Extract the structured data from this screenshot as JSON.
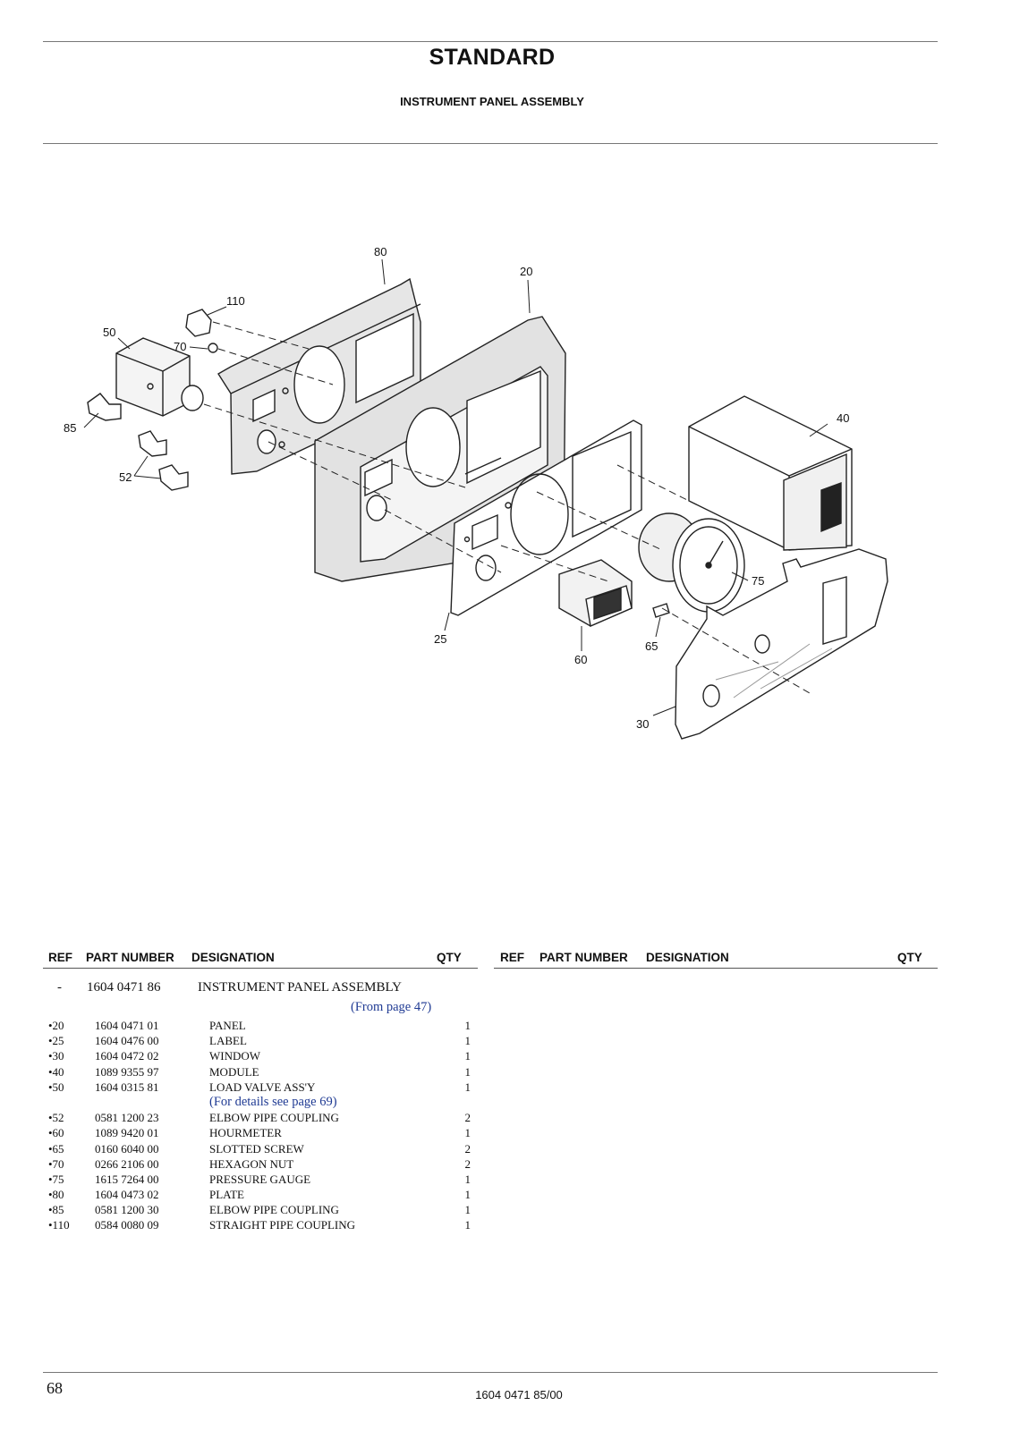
{
  "header": {
    "title": "STANDARD",
    "subtitle": "INSTRUMENT PANEL ASSEMBLY"
  },
  "diagram": {
    "callouts": [
      "80",
      "20",
      "110",
      "50",
      "70",
      "40",
      "85",
      "52",
      "75",
      "25",
      "65",
      "60",
      "30"
    ]
  },
  "table": {
    "headers": {
      "ref": "REF",
      "part_number": "PART NUMBER",
      "designation": "DESIGNATION",
      "qty": "QTY"
    },
    "assembly": {
      "ref": "-",
      "part_number": "1604 0471 86",
      "designation": "INSTRUMENT PANEL ASSEMBLY",
      "note": "(From page 47)"
    },
    "rows": [
      {
        "ref": "•20",
        "part_number": "1604 0471 01",
        "designation": "PANEL",
        "qty": "1"
      },
      {
        "ref": "•25",
        "part_number": "1604 0476 00",
        "designation": "LABEL",
        "qty": "1"
      },
      {
        "ref": "•30",
        "part_number": "1604 0472 02",
        "designation": "WINDOW",
        "qty": "1"
      },
      {
        "ref": "•40",
        "part_number": "1089 9355 97",
        "designation": "MODULE",
        "qty": "1"
      },
      {
        "ref": "•50",
        "part_number": "1604 0315 81",
        "designation": "LOAD VALVE ASS'Y",
        "qty": "1"
      },
      {
        "note": "(For details see page 69)"
      },
      {
        "ref": "•52",
        "part_number": "0581 1200 23",
        "designation": "ELBOW PIPE COUPLING",
        "qty": "2"
      },
      {
        "ref": "•60",
        "part_number": "1089 9420 01",
        "designation": "HOURMETER",
        "qty": "1"
      },
      {
        "ref": "•65",
        "part_number": "0160 6040 00",
        "designation": "SLOTTED SCREW",
        "qty": "2"
      },
      {
        "ref": "•70",
        "part_number": "0266 2106 00",
        "designation": "HEXAGON NUT",
        "qty": "2"
      },
      {
        "ref": "•75",
        "part_number": "1615 7264 00",
        "designation": "PRESSURE GAUGE",
        "qty": "1"
      },
      {
        "ref": "•80",
        "part_number": "1604 0473 02",
        "designation": "PLATE",
        "qty": "1"
      },
      {
        "ref": "•85",
        "part_number": "0581 1200 30",
        "designation": "ELBOW PIPE COUPLING",
        "qty": "1"
      },
      {
        "ref": "•110",
        "part_number": "0584 0080 09",
        "designation": "STRAIGHT PIPE COUPLING",
        "qty": "1"
      }
    ]
  },
  "footer": {
    "page_number": "68",
    "document_number": "1604 0471 85/00"
  }
}
